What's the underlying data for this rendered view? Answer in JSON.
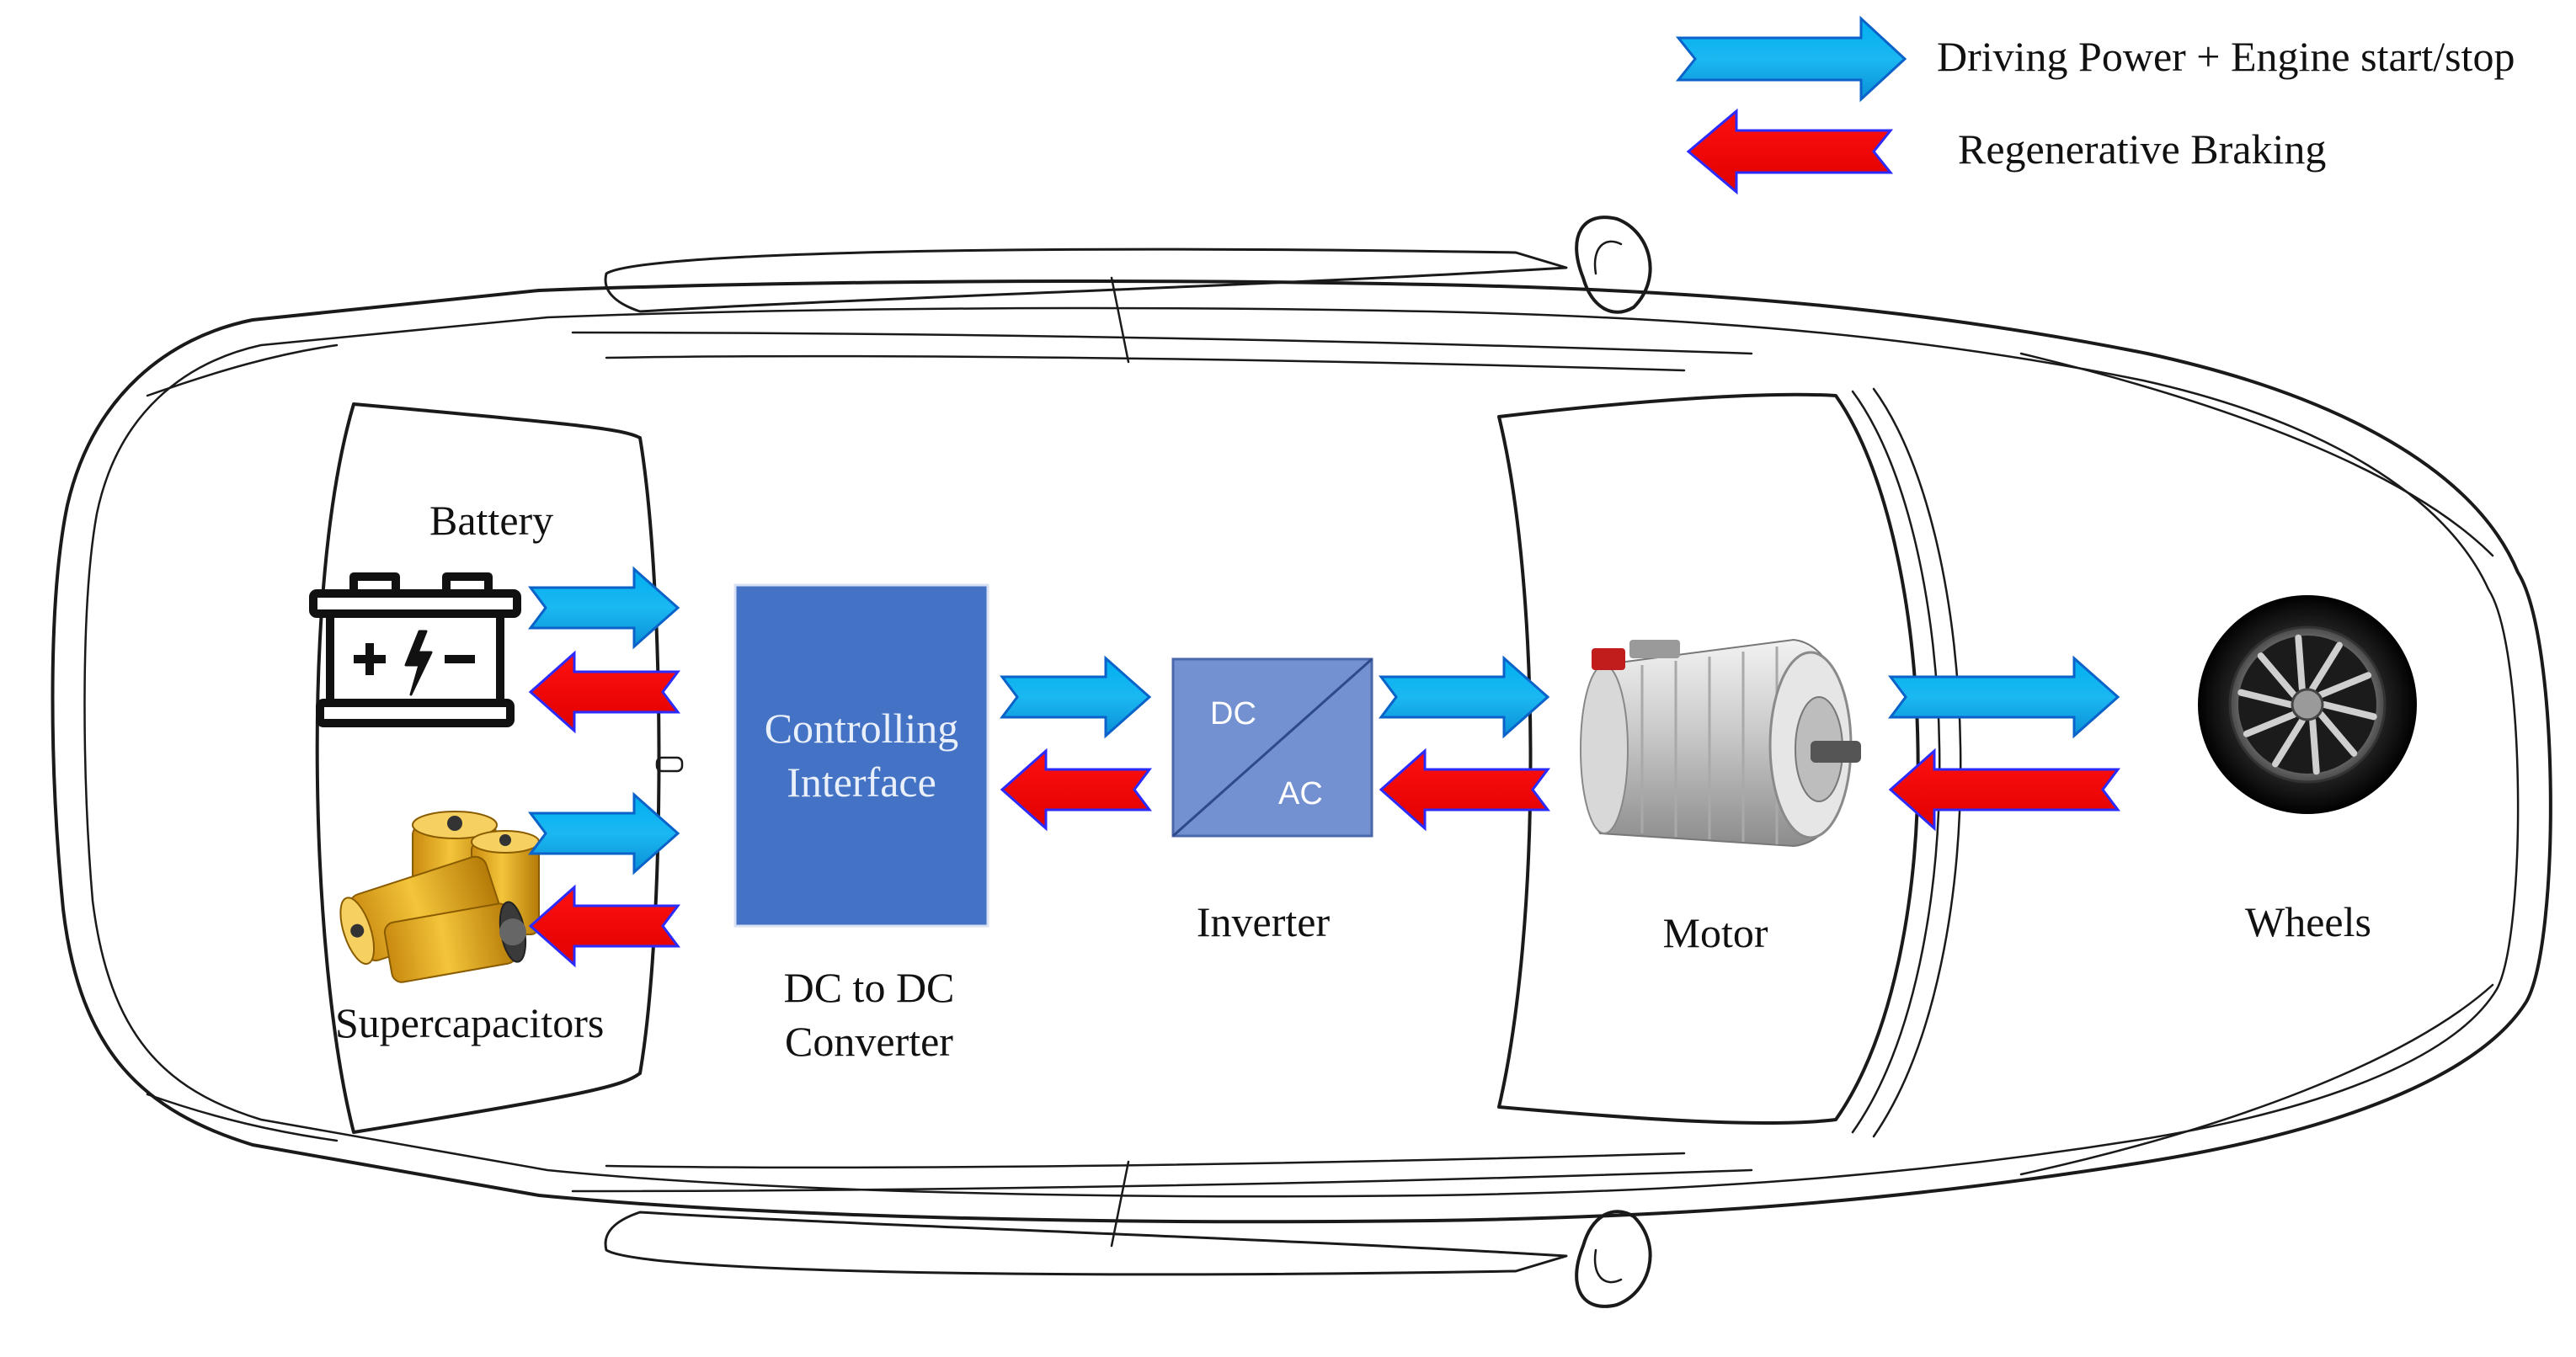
{
  "legend": {
    "driving_label": "Driving Power + Engine start/stop",
    "regen_label": "Regenerative Braking"
  },
  "components": {
    "battery_label": "Battery",
    "supercapacitors_label": "Supercapacitors",
    "converter_box_line1": "Controlling",
    "converter_box_line2": "Interface",
    "converter_caption_line1": "DC to DC",
    "converter_caption_line2": "Converter",
    "inverter_dc": "DC",
    "inverter_ac": "AC",
    "inverter_label": "Inverter",
    "motor_label": "Motor",
    "wheels_label": "Wheels"
  },
  "colors": {
    "driving_arrow": "#00AEEF",
    "driving_arrow_dark": "#0B62C9",
    "regen_arrow": "#FF0000",
    "regen_arrow_dark": "#2B2BFF",
    "converter_fill": "#4472C4",
    "inverter_fill": "#7390D0",
    "car_outline": "#1a1a1a",
    "supercap_gold": "#E8B422"
  },
  "icons": {
    "battery": "battery-icon",
    "supercapacitor": "supercapacitor-icon",
    "motor": "electric-motor-icon",
    "wheel": "wheel-icon"
  }
}
